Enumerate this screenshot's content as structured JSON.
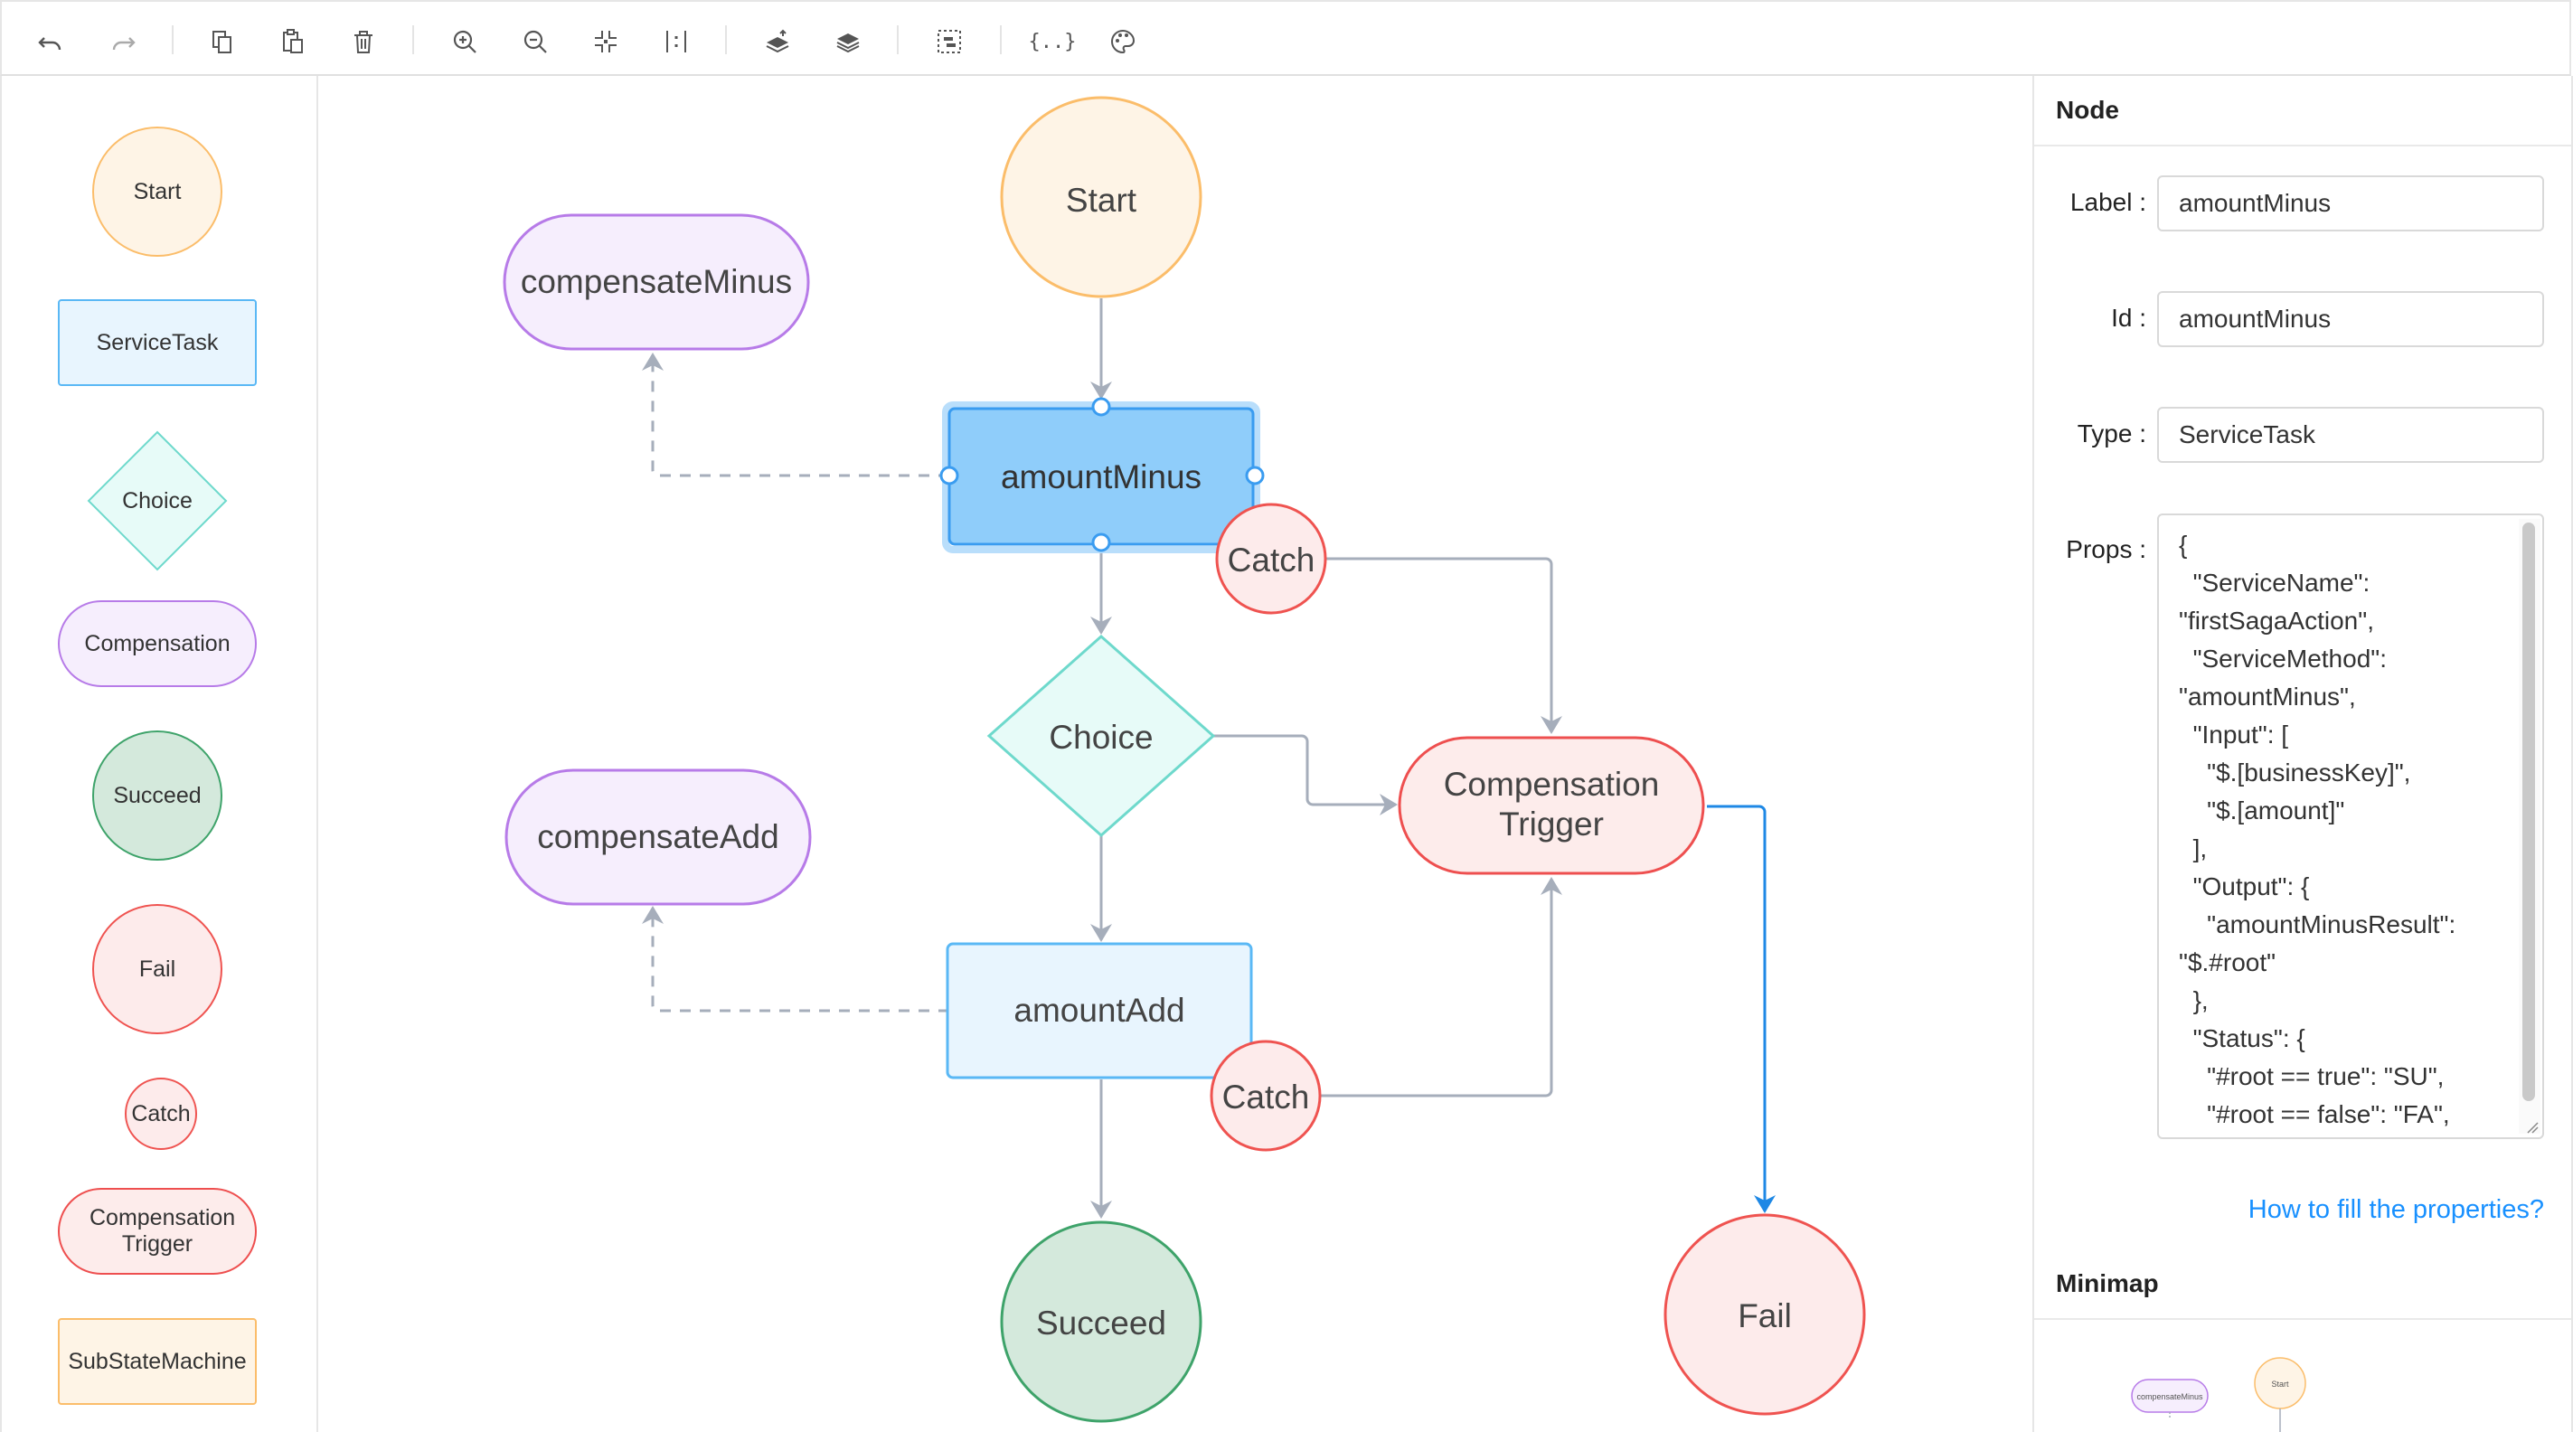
{
  "toolbar": {
    "buttons": [
      {
        "name": "undo-icon"
      },
      {
        "name": "redo-icon"
      },
      {
        "name": "copy-icon"
      },
      {
        "name": "paste-icon"
      },
      {
        "name": "delete-icon"
      },
      {
        "name": "zoom-in-icon"
      },
      {
        "name": "zoom-out-icon"
      },
      {
        "name": "fit-view-icon"
      },
      {
        "name": "actual-size-icon"
      },
      {
        "name": "bring-to-front-icon"
      },
      {
        "name": "send-to-back-icon"
      },
      {
        "name": "multi-select-icon"
      },
      {
        "name": "json-icon",
        "glyph": "{..}"
      },
      {
        "name": "palette-icon"
      }
    ]
  },
  "palette": {
    "start": "Start",
    "service_task": "ServiceTask",
    "choice": "Choice",
    "compensation": "Compensation",
    "succeed": "Succeed",
    "fail": "Fail",
    "catch": "Catch",
    "compensation_trigger": "Compensation Trigger",
    "sub_state_machine": "SubStateMachine"
  },
  "canvas": {
    "start": "Start",
    "compensate_minus": "compensateMinus",
    "amount_minus": "amountMinus",
    "catch_1": "Catch",
    "choice": "Choice",
    "compensation_trigger_line1": "Compensation",
    "compensation_trigger_line2": "Trigger",
    "compensate_add": "compensateAdd",
    "amount_add": "amountAdd",
    "catch_2": "Catch",
    "succeed": "Succeed",
    "fail": "Fail"
  },
  "panel": {
    "node_title": "Node",
    "label_label": "Label :",
    "label_value": "amountMinus",
    "id_label": "Id :",
    "id_value": "amountMinus",
    "type_label": "Type :",
    "type_value": "ServiceTask",
    "props_label": "Props :",
    "props_value": "{\n  \"ServiceName\":\n\"firstSagaAction\",\n  \"ServiceMethod\":\n\"amountMinus\",\n  \"Input\": [\n    \"$.[businessKey]\",\n    \"$.[amount]\"\n  ],\n  \"Output\": {\n    \"amountMinusResult\":\n\"$.#root\"\n  },\n  \"Status\": {\n    \"#root == true\": \"SU\",\n    \"#root == false\": \"FA\",",
    "help_link": "How to fill the properties?",
    "minimap_title": "Minimap",
    "minimap_compensate_minus": "compensateMinus",
    "minimap_start": "Start"
  },
  "colors": {
    "start_fill": "#fef4e6",
    "start_stroke": "#fbbd6a",
    "service_fill": "#e8f5fe",
    "service_stroke": "#5ab8f5",
    "selected_fill": "#8fcdfa",
    "selected_stroke": "#3a9cf0",
    "choice_fill": "#e7fbf8",
    "choice_stroke": "#6ed9cc",
    "compensation_fill": "#f6eefd",
    "compensation_stroke": "#b77be8",
    "succeed_fill": "#d4e9dc",
    "succeed_stroke": "#3ea36a",
    "fail_fill": "#fdebeb",
    "fail_stroke": "#ef5350",
    "trigger_fill": "#fdeceb",
    "trigger_stroke": "#ee4f4f",
    "sub_fill": "#fef4e6",
    "sub_stroke": "#fbbd6a",
    "edge": "#a6aebb",
    "edge_active": "#1e88e5",
    "link": "#1890ff"
  }
}
